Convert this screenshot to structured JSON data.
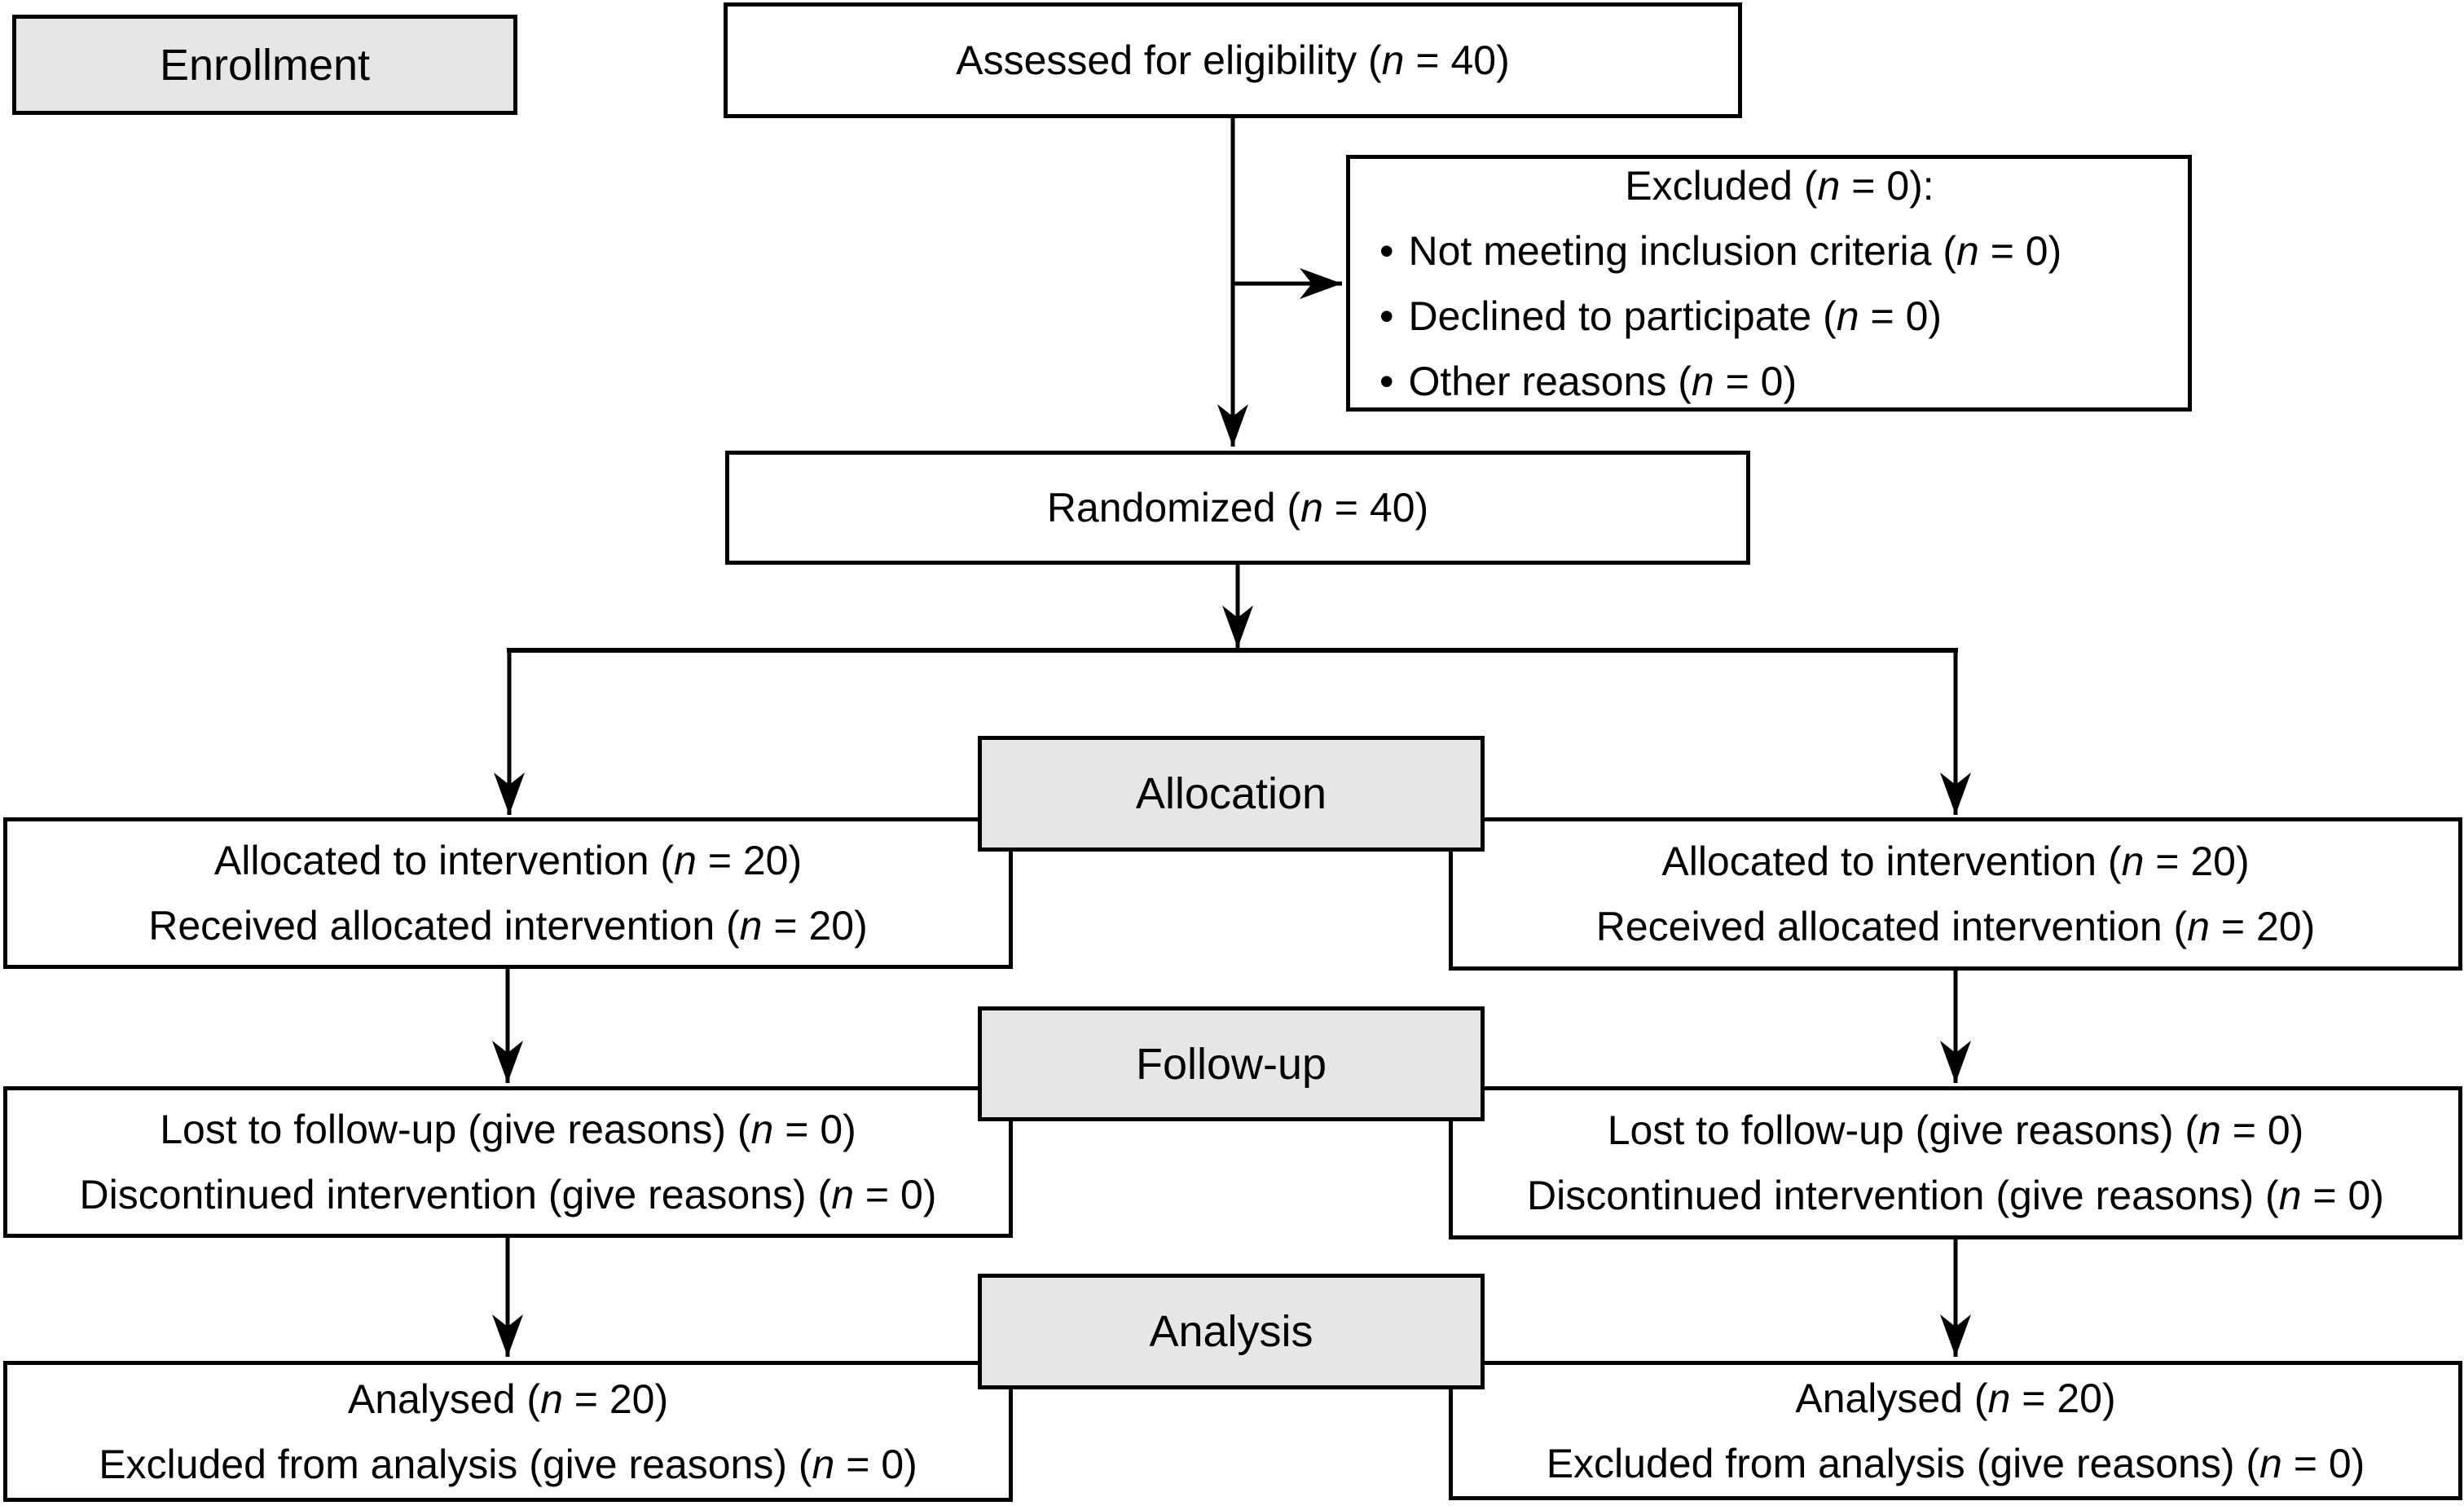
{
  "colors": {
    "background": "#ffffff",
    "box_fill": "#ffffff",
    "stage_label_fill": "#e6e6e6",
    "border": "#000000",
    "text": "#000000",
    "arrow": "#000000"
  },
  "diagram": {
    "bullet_glyph": "•",
    "enrollment_label": "Enrollment",
    "assessed": "Assessed for eligibility (n = 40)",
    "excluded": {
      "title": "Excluded (n = 0):",
      "items": [
        "Not meeting inclusion criteria (n = 0)",
        "Declined to participate (n = 0)",
        "Other reasons (n = 0)"
      ]
    },
    "randomized": "Randomized (n = 40)",
    "stage_labels": {
      "allocation": "Allocation",
      "followup": "Follow-up",
      "analysis": "Analysis"
    },
    "left_arm": {
      "allocation": [
        "Allocated to intervention (n = 20)",
        "Received allocated intervention (n = 20)"
      ],
      "followup": [
        "Lost to follow-up (give reasons) (n = 0)",
        "Discontinued intervention (give reasons) (n = 0)"
      ],
      "analysis": [
        "Analysed (n = 20)",
        "Excluded from analysis (give reasons) (n = 0)"
      ]
    },
    "right_arm": {
      "allocation": [
        "Allocated to intervention (n = 20)",
        "Received allocated intervention (n = 20)"
      ],
      "followup": [
        "Lost to follow-up (give reasons) (n = 0)",
        "Discontinued intervention (give reasons) (n = 0)"
      ],
      "analysis": [
        "Analysed (n = 20)",
        "Excluded from analysis (give reasons) (n = 0)"
      ]
    }
  }
}
